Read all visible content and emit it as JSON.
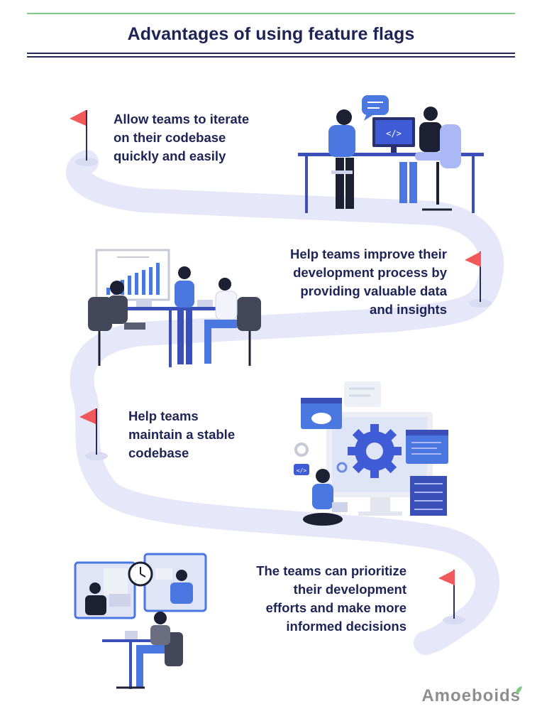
{
  "title": "Advantages of using feature flags",
  "steps": [
    {
      "lines": [
        "Allow teams to iterate",
        "on their codebase",
        "quickly and easily"
      ]
    },
    {
      "lines": [
        "Help teams improve their",
        "development process by",
        "providing valuable data",
        "and insights"
      ]
    },
    {
      "lines": [
        "Help teams",
        "maintain a stable",
        "codebase"
      ]
    },
    {
      "lines": [
        "The teams can prioritize",
        "their development",
        "efforts and make more",
        "informed decisions"
      ]
    }
  ],
  "illustrations": {
    "code_tag": "</>",
    "icon_code_tag": "</>"
  },
  "brand": "Amoeboids",
  "colors": {
    "accent_green": "#7fc983",
    "navy": "#1f2456",
    "path": "#e6e7f8",
    "flag": "#f05a5a",
    "blue": "#4a78e0"
  }
}
